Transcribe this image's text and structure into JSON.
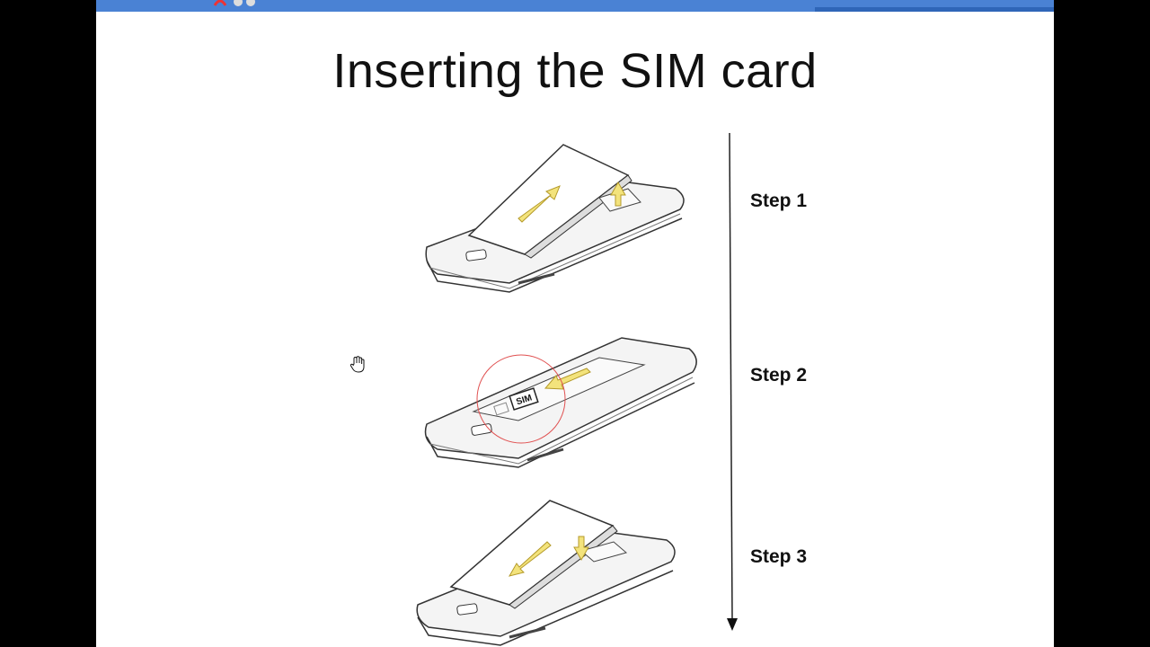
{
  "slide": {
    "title": "Inserting the SIM card",
    "steps": [
      {
        "label": "Step 1"
      },
      {
        "label": "Step 2"
      },
      {
        "label": "Step 3"
      }
    ],
    "sim_label": "SIM"
  },
  "colors": {
    "header_bar": "#4a82d4",
    "arrow_fill": "#f3e37c",
    "highlight_circle": "#e05050",
    "background": "#ffffff",
    "outer": "#000000"
  }
}
